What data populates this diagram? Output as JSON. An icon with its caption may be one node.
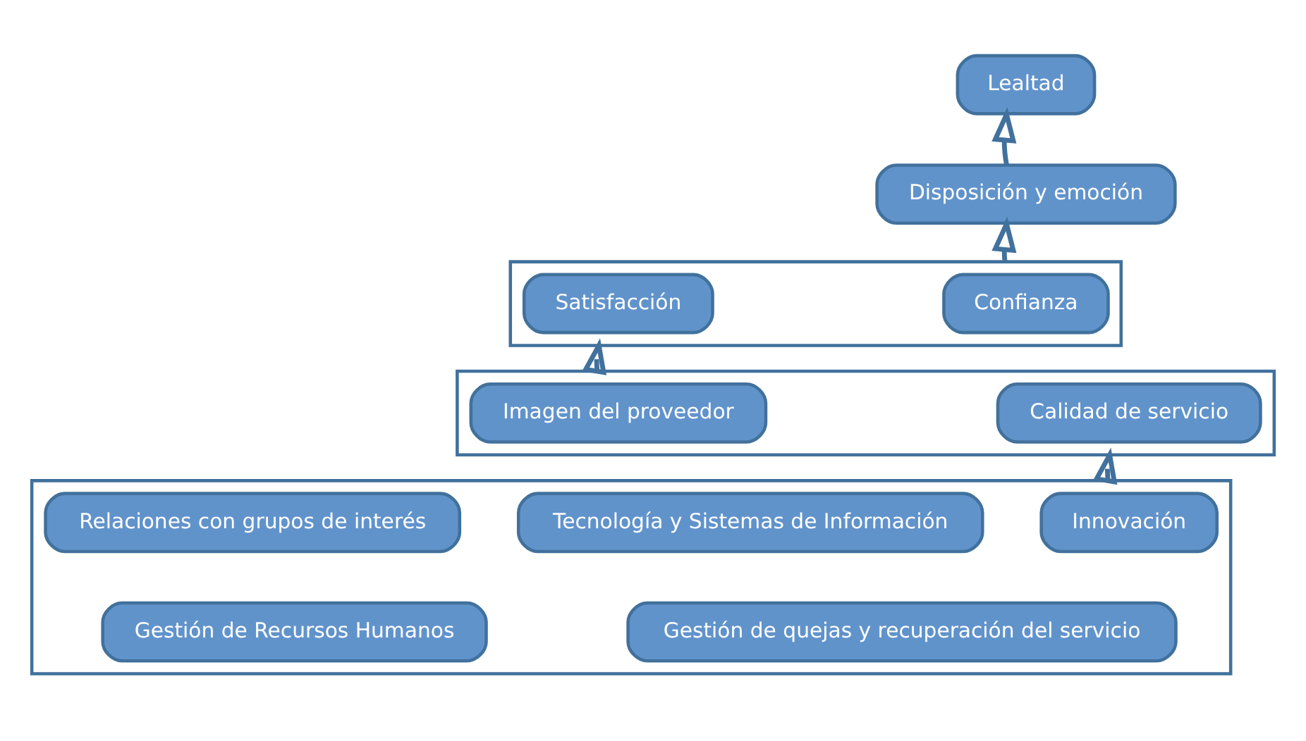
{
  "diagram": {
    "nodes": [
      {
        "text": [
          "Lealtad"
        ]
      },
      {
        "text": [
          "Disposición y emoción"
        ]
      },
      {
        "text": [],
        "shape": "box"
      },
      {
        "text": [
          "Satisfacción"
        ],
        "in": 2
      },
      {
        "text": [
          "Confianza"
        ],
        "in": 2
      },
      {
        "text": [],
        "shape": "box"
      },
      {
        "text": [
          "Calidad de servicio"
        ],
        "in": 5
      },
      {
        "text": [
          "Imagen del proveedor"
        ],
        "in": 5
      },
      {
        "text": [],
        "shape": "box"
      },
      {
        "text": [
          "Relaciones con grupos de interés"
        ],
        "in": 8
      },
      {
        "text": [
          "Innovación"
        ],
        "in": 8
      },
      {
        "text": [
          "Tecnología y Sistemas de Información"
        ],
        "in": 8
      },
      {
        "text": [
          "Gestión de Recursos Humanos"
        ],
        "in": 8
      },
      {
        "text": [
          "Gestión de quejas y recuperación del servicio"
        ],
        "in": 8
      }
    ],
    "edges": [
      {
        "from": 1,
        "to": 0,
        "arrow": "to"
      },
      {
        "from": 2,
        "to": 1,
        "arrow": "to"
      },
      {
        "from": 5,
        "to": 2,
        "arrow": "to"
      },
      {
        "from": 8,
        "to": 5,
        "arrow": "to"
      }
    ]
  }
}
